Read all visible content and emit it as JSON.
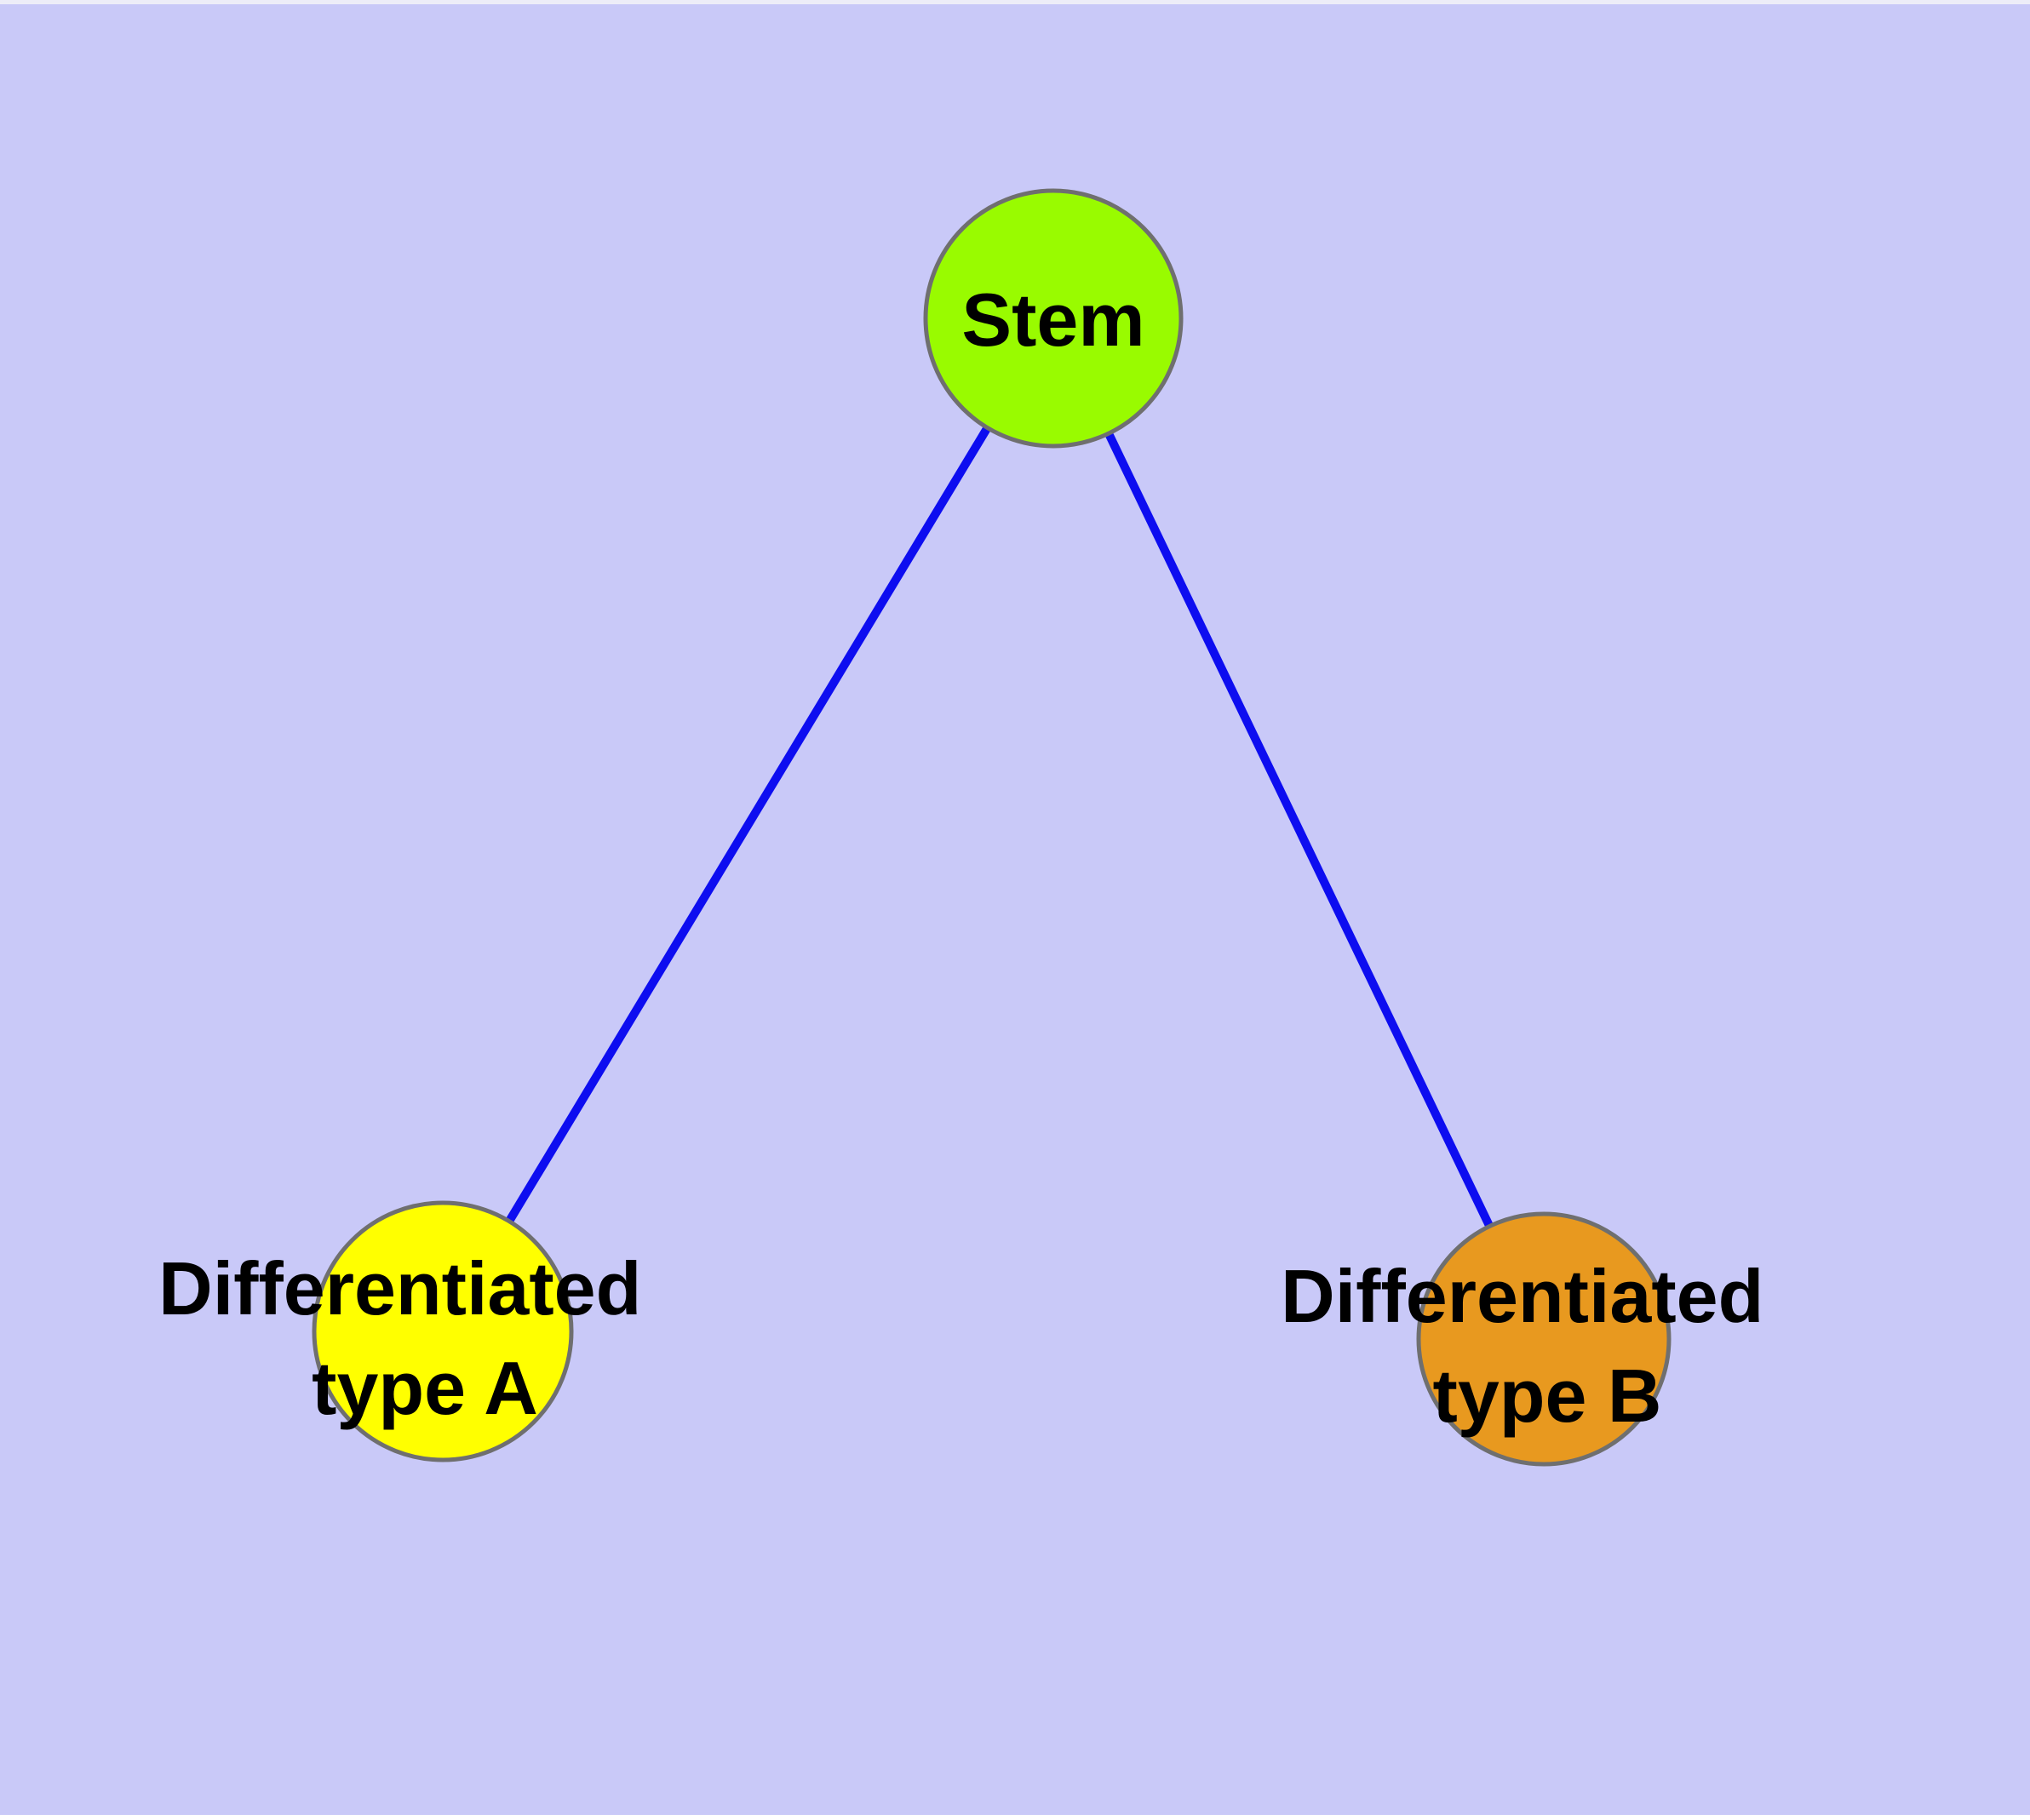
{
  "diagram": {
    "background_color": "#c9c9f8",
    "top_strip_color": "#ededf8",
    "bottom_strip_color": "#ffffff",
    "edge_color": "#0d0df0",
    "node_border_color": "#6f6f6f",
    "text_color": "#000000",
    "nodes": {
      "stem": {
        "label": "Stem",
        "fill": "#99fb00"
      },
      "type_a": {
        "label_line1": "Differentiated",
        "label_line2": "type A",
        "fill": "#ffff00"
      },
      "type_b": {
        "label_line1": "Differentiated",
        "label_line2": "type B",
        "fill": "#e8991f"
      }
    },
    "edges": [
      {
        "from": "Stem",
        "to": "Differentiated type A"
      },
      {
        "from": "Stem",
        "to": "Differentiated type B"
      }
    ]
  }
}
